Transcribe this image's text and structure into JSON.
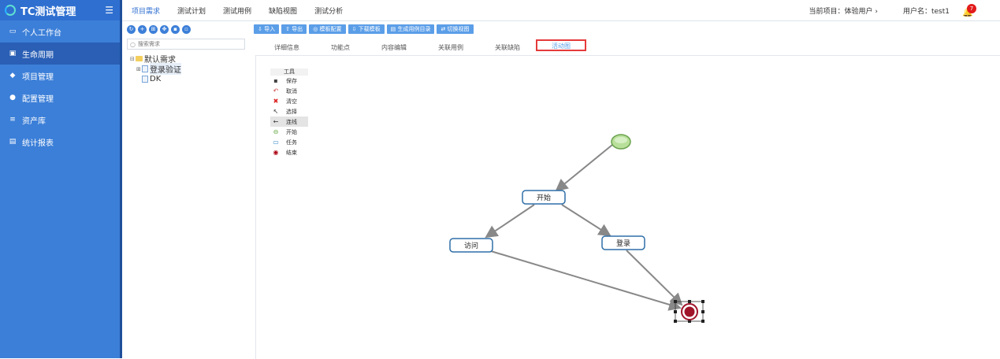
{
  "app": {
    "title": "TC测试管理",
    "menu_toggle": "☰"
  },
  "sidebar": {
    "items": [
      {
        "label": "个人工作台",
        "icon": "monitor-icon"
      },
      {
        "label": "生命周期",
        "icon": "document-icon",
        "active": true
      },
      {
        "label": "项目管理",
        "icon": "layers-icon"
      },
      {
        "label": "配置管理",
        "icon": "gauge-icon"
      },
      {
        "label": "资产库",
        "icon": "database-icon"
      },
      {
        "label": "统计报表",
        "icon": "list-icon"
      }
    ]
  },
  "topbar": {
    "nav": [
      "项目需求",
      "测试计划",
      "测试用例",
      "缺陷视图",
      "测试分析"
    ],
    "active_nav": "项目需求",
    "project": "当前项目：体验用户 ›",
    "user": "用户名：test1",
    "notifications": "7"
  },
  "tree": {
    "search_placeholder": "搜索需求",
    "root": "默认需求",
    "children": [
      "登录验证"
    ],
    "other": "DK"
  },
  "toolbar": {
    "buttons": [
      "⇩ 导入",
      "⇧ 导出",
      "◎ 模板配置",
      "⇩ 下载模板",
      "▤ 生成用例目录",
      "⇄ 切换视图"
    ]
  },
  "tabs": [
    "详细信息",
    "功能点",
    "内容编辑",
    "关联用例",
    "关联缺陷",
    "活动图"
  ],
  "active_tab": "活动图",
  "palette": {
    "header": "工具",
    "items": [
      {
        "label": "保存",
        "icon": "save-icon"
      },
      {
        "label": "取消",
        "icon": "cancel-icon"
      },
      {
        "label": "清空",
        "icon": "clear-icon"
      },
      {
        "label": "选择",
        "icon": "pointer-icon"
      },
      {
        "label": "连线",
        "icon": "connector-icon",
        "selected": true
      },
      {
        "label": "开始",
        "icon": "start-icon"
      },
      {
        "label": "任务",
        "icon": "task-icon"
      },
      {
        "label": "结束",
        "icon": "end-icon"
      }
    ]
  },
  "diagram": {
    "nodes": {
      "start_task": "开始",
      "visit_task": "访问",
      "login_task": "登录"
    },
    "colors": {
      "start_fill": "#b9e09b",
      "end_fill": "#a0142a",
      "task_border": "#2f6fa8",
      "edge": "#888888"
    }
  }
}
